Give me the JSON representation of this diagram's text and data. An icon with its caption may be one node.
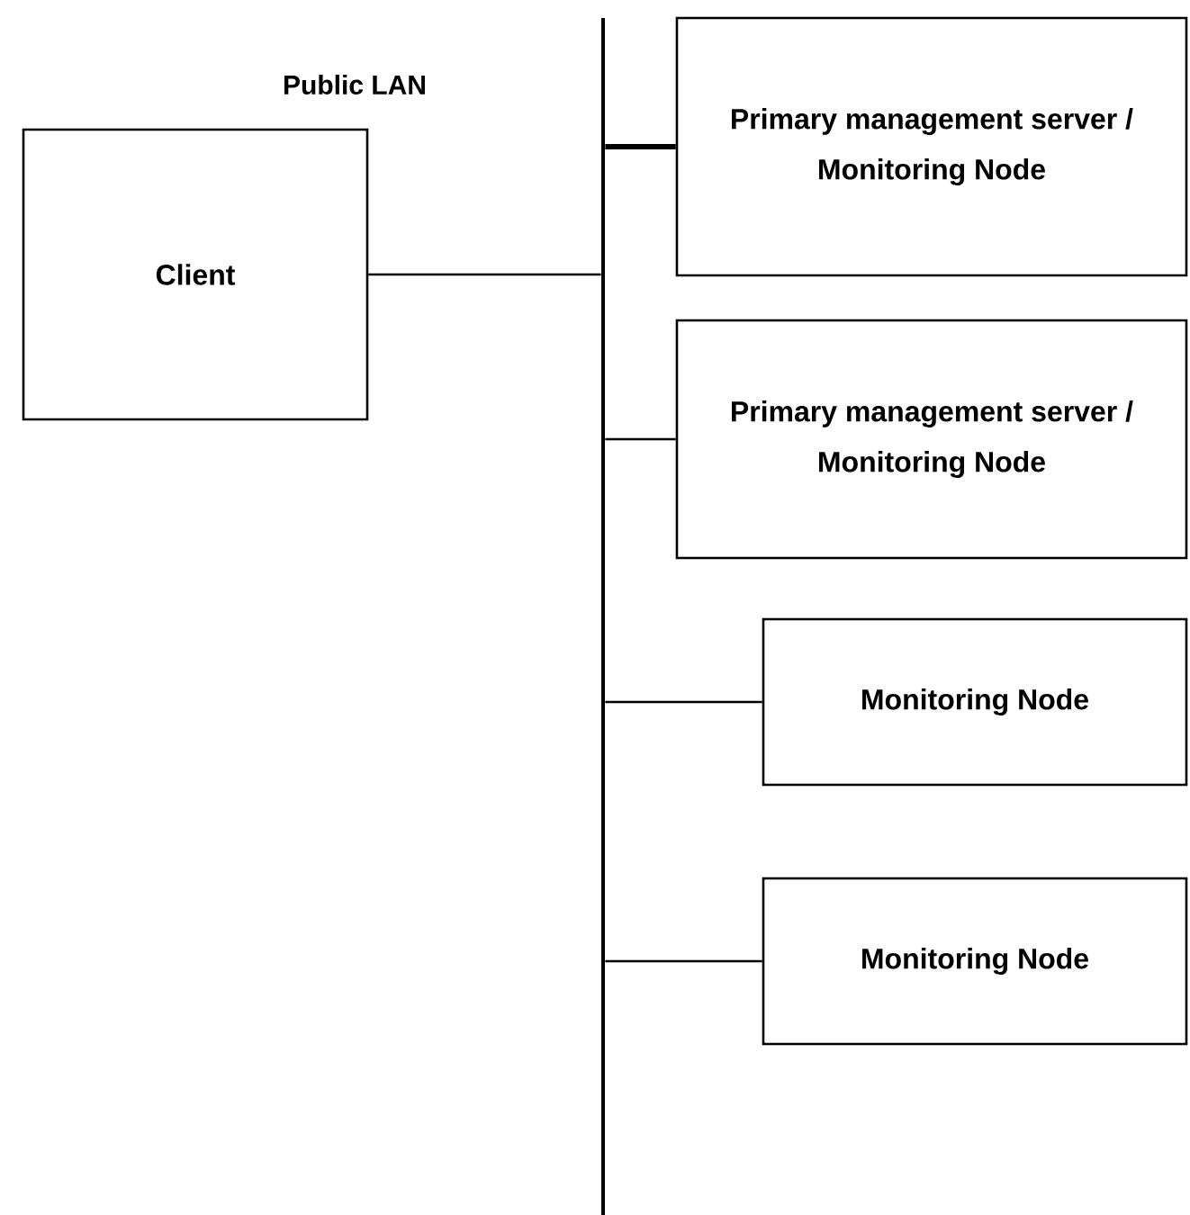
{
  "diagram": {
    "nodes": [
      {
        "text": [
          "Client"
        ]
      },
      {
        "text": [],
        "shape": "bar"
      },
      {
        "text": [
          "Primary management server /",
          "Monitoring Node"
        ]
      },
      {
        "text": [
          "Primary management server /",
          "Monitoring Node"
        ]
      },
      {
        "text": [
          "Monitoring Node"
        ]
      },
      {
        "text": [
          "Monitoring Node"
        ]
      }
    ],
    "edges": [
      {
        "from": 0,
        "to": 1,
        "arrow": "none"
      },
      {
        "from": 1,
        "to": 2,
        "arrow": "none",
        "style": "thick"
      },
      {
        "from": 1,
        "to": 3,
        "arrow": "none"
      },
      {
        "from": 1,
        "to": 4,
        "arrow": "none"
      },
      {
        "from": 1,
        "to": 5,
        "arrow": "none"
      }
    ],
    "labels": [
      "Public LAN"
    ]
  }
}
